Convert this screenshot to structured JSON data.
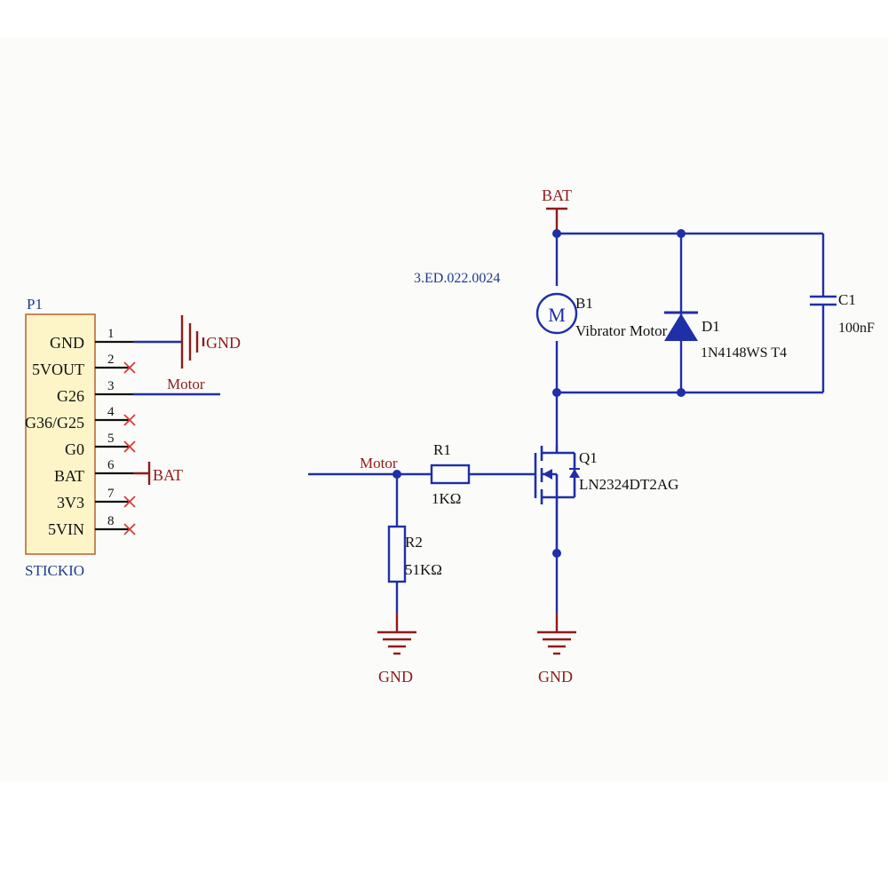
{
  "connector": {
    "ref": "P1",
    "name": "STICKIO",
    "pins": [
      {
        "num": "1",
        "label": "GND",
        "net": "GND"
      },
      {
        "num": "2",
        "label": "5VOUT",
        "net": ""
      },
      {
        "num": "3",
        "label": "G26",
        "net": "Motor"
      },
      {
        "num": "4",
        "label": "G36/G25",
        "net": ""
      },
      {
        "num": "5",
        "label": "G0",
        "net": ""
      },
      {
        "num": "6",
        "label": "BAT",
        "net": "BAT"
      },
      {
        "num": "7",
        "label": "3V3",
        "net": ""
      },
      {
        "num": "8",
        "label": "5VIN",
        "net": ""
      }
    ]
  },
  "nets": {
    "gnd": "GND",
    "bat": "BAT",
    "motor": "Motor"
  },
  "part_code": "3.ED.022.0024",
  "components": {
    "b1": {
      "ref": "B1",
      "value": "Vibrator Motor",
      "symbol": "M"
    },
    "d1": {
      "ref": "D1",
      "value": "1N4148WS T4"
    },
    "c1": {
      "ref": "C1",
      "value": "100nF"
    },
    "q1": {
      "ref": "Q1",
      "value": "LN2324DT2AG"
    },
    "r1": {
      "ref": "R1",
      "value": "1KΩ"
    },
    "r2": {
      "ref": "R2",
      "value": "51KΩ"
    }
  },
  "colors": {
    "wire": "#1f2fa8",
    "component": "#8e1b1b",
    "connector_fill": "#fdf5c8",
    "no_connect": "#d83a3a"
  }
}
